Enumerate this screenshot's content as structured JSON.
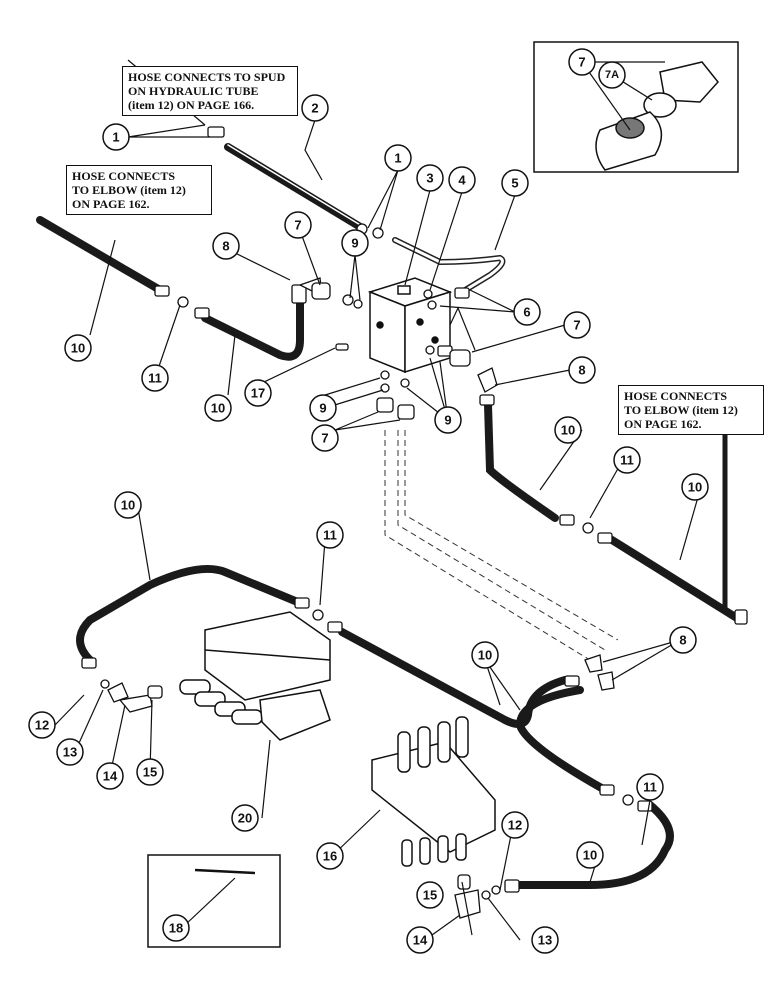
{
  "notes": {
    "spud": [
      "HOSE CONNECTS TO SPUD",
      "ON HYDRAULIC TUBE",
      "(item 12) ON PAGE 166."
    ],
    "elbow_left": [
      "HOSE CONNECTS",
      "TO ELBOW (item 12)",
      "ON PAGE 162."
    ],
    "elbow_right": [
      "HOSE CONNECTS",
      "TO ELBOW (item 12)",
      "ON PAGE 162."
    ]
  },
  "callouts": {
    "c1a": "1",
    "c1b": "1",
    "c2": "2",
    "c3": "3",
    "c4": "4",
    "c5": "5",
    "c6": "6",
    "c7inset": "7",
    "c7Ainset": "7A",
    "c7a": "7",
    "c7b": "7",
    "c7c": "7",
    "c8a": "8",
    "c8b": "8",
    "c8c": "8",
    "c9a": "9",
    "c9b": "9",
    "c9c": "9",
    "c10a": "10",
    "c10b": "10",
    "c10c": "10",
    "c10d": "10",
    "c10e": "10",
    "c10f": "10",
    "c10g": "10",
    "c11a": "11",
    "c11b": "11",
    "c11c": "11",
    "c11d": "11",
    "c12a": "12",
    "c12b": "12",
    "c13a": "13",
    "c13b": "13",
    "c14a": "14",
    "c14b": "14",
    "c15a": "15",
    "c15b": "15",
    "c16": "16",
    "c17": "17",
    "c18": "18",
    "c20": "20"
  },
  "colors": {
    "ink": "#111111",
    "hose": "#1a1a1a",
    "paper": "#ffffff"
  }
}
